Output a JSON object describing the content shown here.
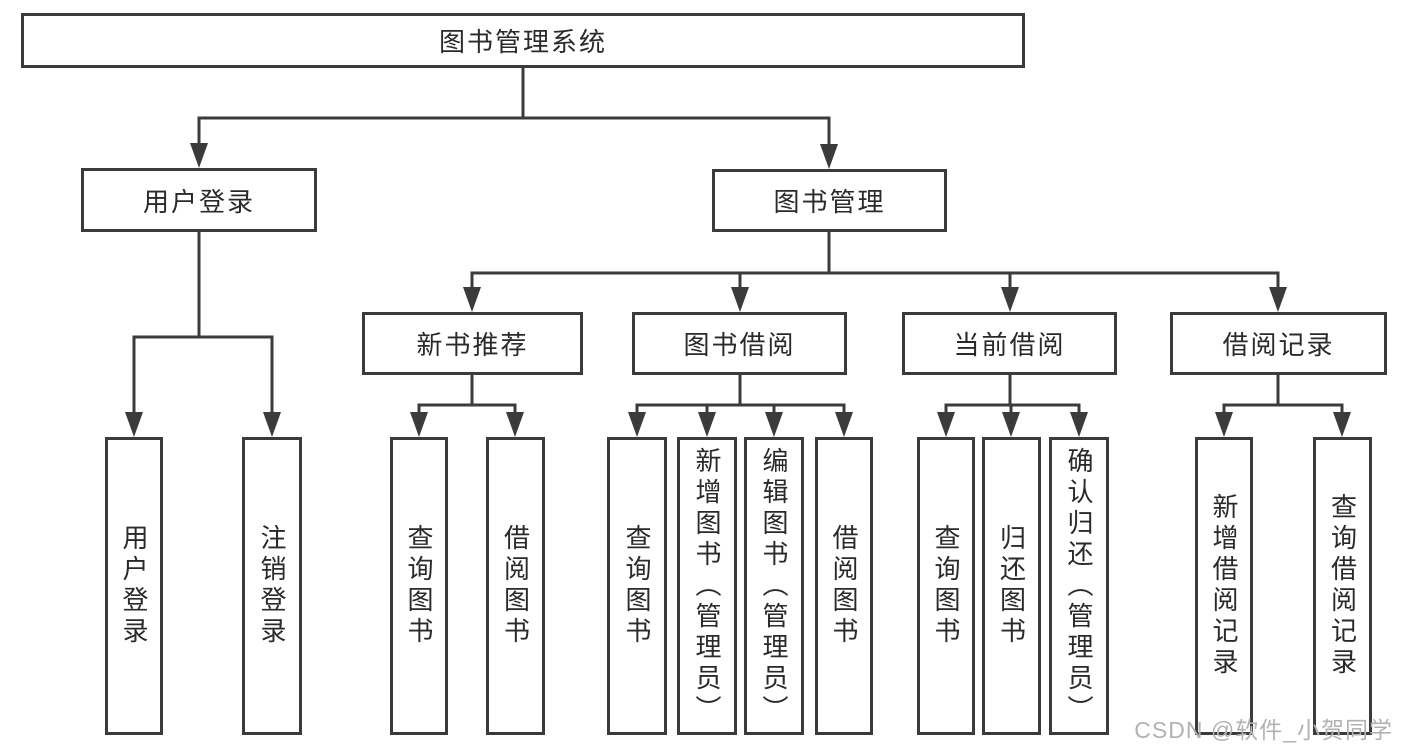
{
  "colors": {
    "background": "#ffffff",
    "box_fill": "#ffffff",
    "box_border": "#3b3b3b",
    "text": "#2a2a2a",
    "connector": "#3b3b3b",
    "watermark": "#b2b2b2"
  },
  "tree": {
    "label": "图书管理系统",
    "children": [
      {
        "label": "用户登录",
        "children": [
          {
            "label": "用户登录"
          },
          {
            "label": "注销登录"
          }
        ]
      },
      {
        "label": "图书管理",
        "children": [
          {
            "label": "新书推荐",
            "children": [
              {
                "label": "查询图书"
              },
              {
                "label": "借阅图书"
              }
            ]
          },
          {
            "label": "图书借阅",
            "children": [
              {
                "label": "查询图书"
              },
              {
                "label": "新增图书（管理员）"
              },
              {
                "label": "编辑图书（管理员）"
              },
              {
                "label": "借阅图书"
              }
            ]
          },
          {
            "label": "当前借阅",
            "children": [
              {
                "label": "查询图书"
              },
              {
                "label": "归还图书"
              },
              {
                "label": "确认归还（管理员）"
              }
            ]
          },
          {
            "label": "借阅记录",
            "children": [
              {
                "label": "新增借阅记录"
              },
              {
                "label": "查询借阅记录"
              }
            ]
          }
        ]
      }
    ]
  },
  "watermark": "CSDN @软件_小贺同学"
}
